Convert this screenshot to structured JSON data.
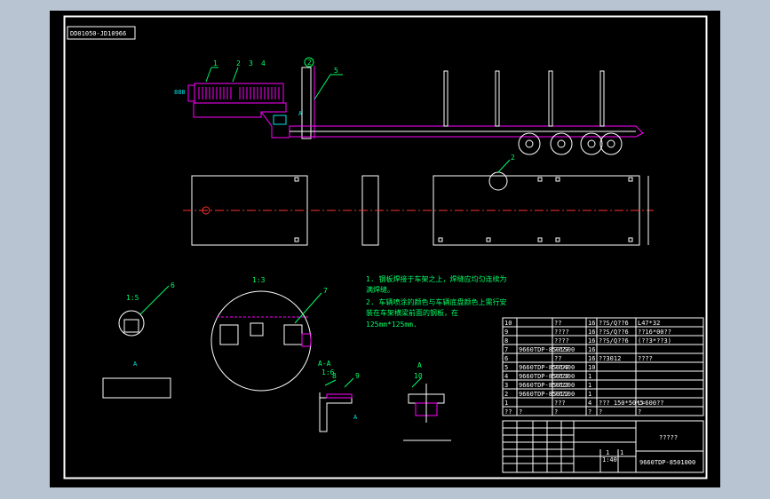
{
  "drawing": {
    "stamp_top_left": "DD01050-JD10966",
    "leaders": [
      "1",
      "2",
      "3",
      "4",
      "5"
    ],
    "callout_top": "2",
    "callout_detail": "2",
    "label_6": "6",
    "label_7": "7",
    "label_8": "8",
    "label_9": "9",
    "label_10": "10",
    "scale_1_5": "1:5",
    "scale_1_3": "1:3",
    "scale_1_6": "1:6",
    "section_aa": "A-A",
    "mark_a": "A",
    "mark_b": "A",
    "mark_c": "A",
    "dim_small": "888",
    "dim_side": "888"
  },
  "notes": {
    "line1": "1.  钢板焊接于车架之上，焊缝应均匀连续为",
    "line2": "    满焊缝。",
    "line3": "2.  车辆喷涂的颜色与车辆底盘颜色上需行安",
    "line4": "    装在车架横梁前面的钢板，在",
    "line5": "    125mm*125mm."
  },
  "bom": {
    "rows": [
      {
        "no": "10",
        "code": "",
        "name": "??",
        "qty": "16",
        "material": "??S/Q??6",
        "note": "L47*32"
      },
      {
        "no": "9",
        "code": "",
        "name": "????",
        "qty": "16",
        "material": "??S/Q??6",
        "note": "??16*00??"
      },
      {
        "no": "8",
        "code": "",
        "name": "????",
        "qty": "16",
        "material": "??S/Q??6",
        "note": "(??3*??3)"
      },
      {
        "no": "7",
        "code": "9660TDP-8501500",
        "name": "????",
        "qty": "16",
        "material": "",
        "note": ""
      },
      {
        "no": "6",
        "code": "",
        "name": "??",
        "qty": "16",
        "material": "??3012",
        "note": "????"
      },
      {
        "no": "5",
        "code": "9660TDP-8501400",
        "name": "????",
        "qty": "10",
        "material": "",
        "note": ""
      },
      {
        "no": "4",
        "code": "9660TDP-8501300",
        "name": "????",
        "qty": "1",
        "material": "",
        "note": ""
      },
      {
        "no": "3",
        "code": "9660TDP-8501200",
        "name": "????",
        "qty": "1",
        "material": "",
        "note": ""
      },
      {
        "no": "2",
        "code": "9660TDP-8501100",
        "name": "????",
        "qty": "1",
        "material": "",
        "note": ""
      },
      {
        "no": "1",
        "code": "",
        "name": "???",
        "qty": "4",
        "material": "??? 150*50*5",
        "note": "L=600??"
      }
    ],
    "header": {
      "no": "??",
      "code": "?",
      "name": "?",
      "qty": "?",
      "material": "?",
      "note": "?"
    }
  },
  "title_block": {
    "title": "?????",
    "drawing_no": "9660TDP-8501000",
    "scale": "1:40",
    "sheet": "1",
    "rev": "1"
  }
}
